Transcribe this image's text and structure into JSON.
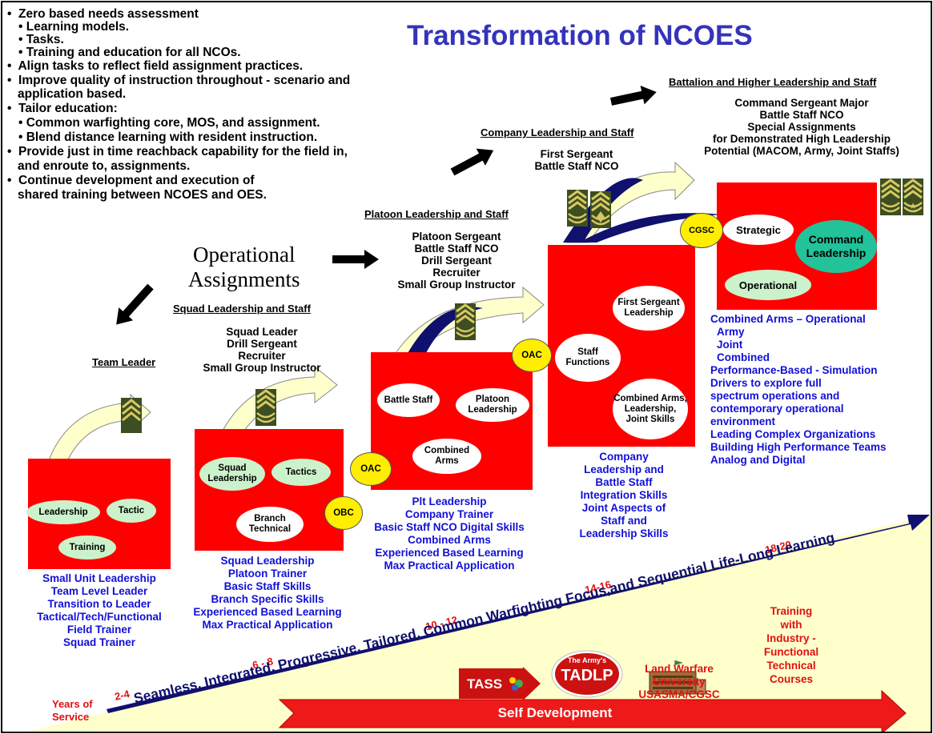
{
  "title": "Transformation of NCOES",
  "bullets": [
    {
      "text": "Zero based needs assessment",
      "level": 1
    },
    {
      "text": "Learning models.",
      "level": 2
    },
    {
      "text": "Tasks.",
      "level": 2
    },
    {
      "text": "Training and education for all NCOs.",
      "level": 2
    },
    {
      "text": "Align tasks to reflect field assignment practices.",
      "level": 1
    },
    {
      "text": "Improve quality of instruction throughout - scenario and",
      "level": 1
    },
    {
      "text": "application based.",
      "level": 0
    },
    {
      "text": "Tailor education:",
      "level": 1
    },
    {
      "text": "Common warfighting core, MOS, and assignment.",
      "level": 2
    },
    {
      "text": "Blend distance learning with resident instruction.",
      "level": 2
    },
    {
      "text": "Provide just in time reachback capability for the field in,",
      "level": 1
    },
    {
      "text": "and enroute to, assignments.",
      "level": 0
    },
    {
      "text": "Continue development and execution of",
      "level": 1
    },
    {
      "text": "shared training between NCOES and OES.",
      "level": 0
    }
  ],
  "operational_assignments": [
    "Operational",
    "Assignments"
  ],
  "levels": {
    "team": {
      "heading": "Team Leader",
      "ovals": [
        "Leadership",
        "Tactic",
        "Training"
      ],
      "blue_text": [
        "Small Unit Leadership",
        "Team Level Leader",
        "Transition to Leader",
        "Tactical/Tech/Functional",
        "Field Trainer",
        "Squad Trainer"
      ]
    },
    "squad": {
      "heading": "Squad Leadership and Staff",
      "roles": [
        "Squad Leader",
        "Drill Sergeant",
        "Recruiter",
        "Small Group Instructor"
      ],
      "ovals": [
        "Squad Leadership",
        "Tactics",
        "Branch Technical"
      ],
      "circle": "OBC",
      "blue_text": [
        "Squad Leadership",
        "Platoon Trainer",
        "Basic Staff Skills",
        "Branch Specific Skills",
        "Experienced Based Learning",
        "Max Practical Application"
      ]
    },
    "platoon": {
      "heading": "Platoon Leadership and Staff",
      "roles": [
        "Platoon Sergeant",
        "Battle Staff NCO",
        "Drill Sergeant",
        "Recruiter",
        "Small Group Instructor"
      ],
      "ovals": [
        "Battle Staff",
        "Platoon Leadership",
        "Combined Arms"
      ],
      "circle": "OAC",
      "blue_text": [
        "Plt Leadership",
        "Company Trainer",
        "Basic Staff NCO Digital Skills",
        "Combined Arms",
        "Experienced Based Learning",
        "Max Practical Application"
      ]
    },
    "company": {
      "heading": "Company Leadership and Staff",
      "roles": [
        "First Sergeant",
        "Battle Staff NCO"
      ],
      "ovals": [
        "First Sergeant Leadership",
        "Staff Functions",
        "Combined Arms, Leadership, Joint Skills"
      ],
      "circle": "OAC",
      "blue_text": [
        "Company",
        "Leadership  and",
        "Battle Staff",
        "Integration Skills",
        "Joint Aspects of",
        "Staff and",
        "Leadership Skills"
      ]
    },
    "battalion": {
      "heading": "Battalion and Higher Leadership and Staff",
      "roles": [
        "Command Sergeant Major",
        "Battle Staff NCO",
        "Special Assignments",
        "for Demonstrated High Leadership",
        "Potential (MACOM, Army, Joint Staffs)"
      ],
      "ovals": [
        "Strategic",
        "Command Leadership",
        "Operational"
      ],
      "circle": "CGSC",
      "blue_text": [
        "Combined Arms – Operational",
        "Army",
        "Joint",
        "Combined",
        "Performance-Based - Simulation",
        "Drivers to explore full",
        "spectrum operations and",
        "contemporary operational",
        "environment",
        "Leading Complex Organizations",
        "Building High Performance Teams",
        "Analog and Digital"
      ]
    }
  },
  "years": {
    "label": [
      "Years of",
      "Service"
    ],
    "marks": [
      "2-4",
      "6 - 8",
      "10 - 12",
      "14-16",
      "18-20"
    ]
  },
  "lifelong_banner": "Seamless, Integrated, Progressive, Tailored, Common Warfighting Focus,and Sequential Life-Long Learning",
  "self_development": "Self Development",
  "logos": {
    "tass": "TASS",
    "tadlp": "TADLP",
    "tadlp_caption": "The Army's"
  },
  "university": [
    "Land Warfare",
    "University",
    "USASMA/CGSC"
  ],
  "industry": [
    "Training",
    "with",
    "Industry -",
    "Functional",
    "Technical",
    "Courses"
  ],
  "colors": {
    "title": "#3333bb",
    "blue_text": "#1010d8",
    "red_box": "#ff0000",
    "oval_green": "#ccf2cc",
    "circle_yellow": "#ffee00",
    "navy_arrow": "#10106e",
    "background_wedge": "#ffffcc"
  }
}
